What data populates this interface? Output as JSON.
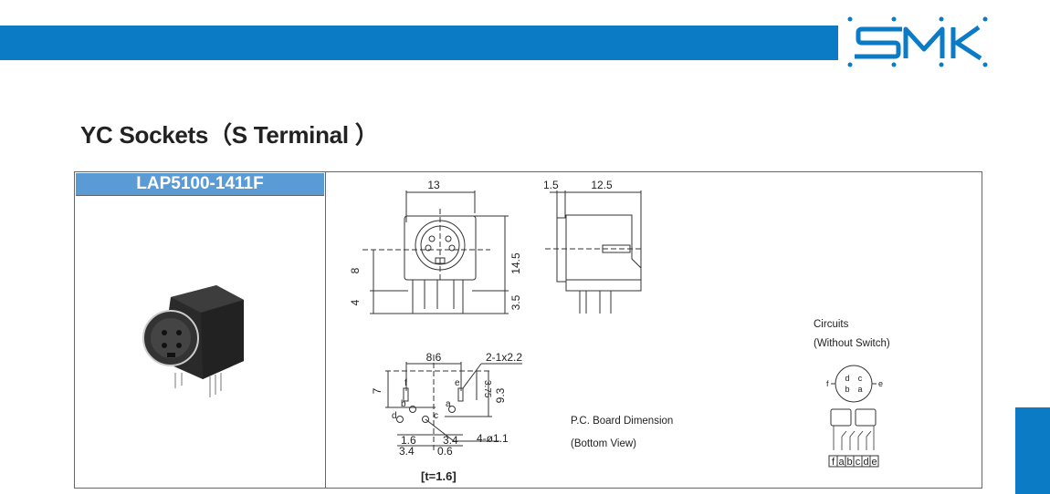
{
  "brand": {
    "logo_text": "SMK",
    "color": "#0a7bc4"
  },
  "page_title": "YC Sockets（S Terminal ）",
  "product": {
    "part_number": "LAP5100-1411F",
    "header_color": "#5b9bd5"
  },
  "front_view": {
    "width": "13",
    "height": "14.5",
    "center_height": "8",
    "pin_length": "4",
    "pin_extent": "3.5"
  },
  "side_view": {
    "flange": "1.5",
    "depth": "12.5"
  },
  "pcb": {
    "pitch_top": "8.6",
    "slot_spec": "2-1x2.2",
    "slot_offset": "3.75",
    "height_left": "7",
    "height_right": "9.3",
    "hole_spec": "4-ø1.1",
    "dim_a": "1.6",
    "dim_b": "3.4",
    "dim_c": "3.4",
    "dim_d": "0.6",
    "thickness": "[t=1.6]",
    "pin_labels": [
      "f",
      "e",
      "b",
      "a",
      "d",
      "c"
    ],
    "caption_line1": "P.C. Board Dimension",
    "caption_line2": "(Bottom View)"
  },
  "circuits": {
    "title": "Circuits",
    "subtitle": "(Without Switch)",
    "socket_pins": [
      "d",
      "c",
      "b",
      "a"
    ],
    "side_pins": [
      "f",
      "e"
    ],
    "terminal_labels": [
      "f",
      "a",
      "b",
      "c",
      "d",
      "e"
    ]
  }
}
